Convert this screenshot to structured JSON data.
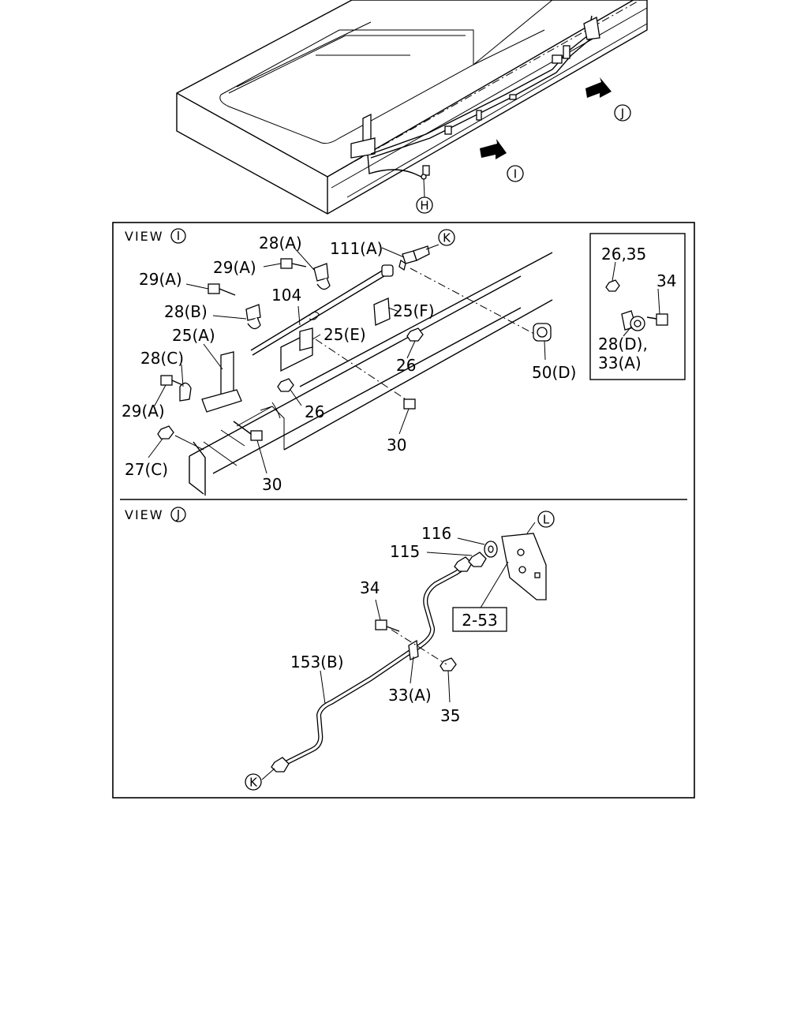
{
  "top": {
    "callout_H": "H",
    "callout_I": "I",
    "callout_J": "J"
  },
  "view_i": {
    "title": "VIEW",
    "title_callout": "I",
    "callout_K": "K",
    "labels": {
      "l_28a": "28(A)",
      "l_29a_1": "29(A)",
      "l_111a": "111(A)",
      "l_29a_2": "29(A)",
      "l_104": "104",
      "l_25f": "25(F)",
      "l_28b": "28(B)",
      "l_25e": "25(E)",
      "l_25a": "25(A)",
      "l_28c": "28(C)",
      "l_26_1": "26",
      "l_50d": "50(D)",
      "l_29a_3": "29(A)",
      "l_26_2": "26",
      "l_30_1": "30",
      "l_27c": "27(C)",
      "l_30_2": "30"
    },
    "inset": {
      "l_26_35": "26,35",
      "l_34": "34",
      "l_28d": "28(D),",
      "l_33a": "33(A)"
    }
  },
  "view_j": {
    "title": "VIEW",
    "title_callout": "J",
    "callout_L": "L",
    "callout_K": "K",
    "labels": {
      "l_116": "116",
      "l_115": "115",
      "l_34": "34",
      "l_2_53": "2-53",
      "l_153b": "153(B)",
      "l_33a": "33(A)",
      "l_35": "35"
    }
  }
}
